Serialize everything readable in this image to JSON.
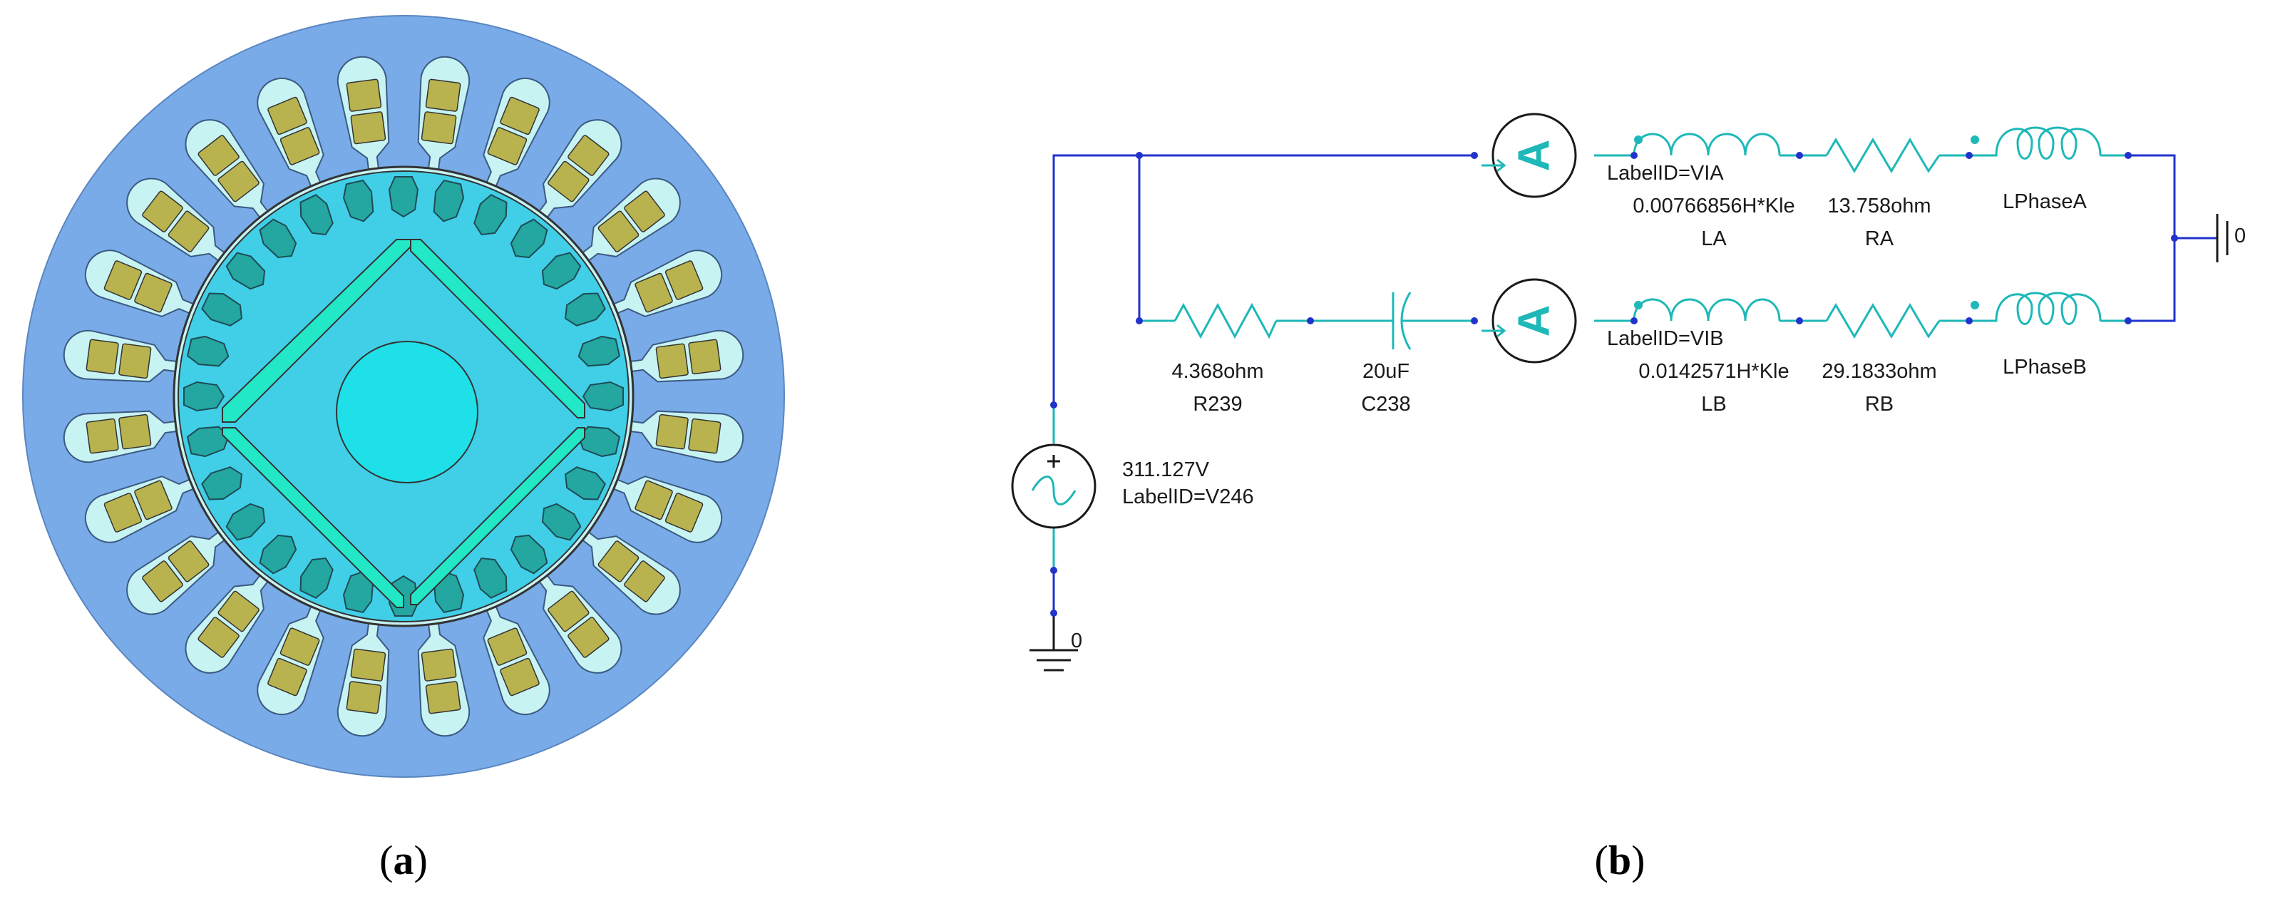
{
  "colors": {
    "stator": "#79ABE8",
    "slot": "#C8F3F3",
    "coil": "#B9B34F",
    "rotor": "#41CFE8",
    "rotor_slot": "#23A7A0",
    "barrier": "#23E8C8",
    "shaft": "#1FE0E8",
    "wire_blue": "#2233CC",
    "wire_cyan": "#1EB8B8"
  },
  "captions": {
    "a": {
      "open": "(",
      "letter": "a",
      "close": ")"
    },
    "b": {
      "open": "(",
      "letter": "b",
      "close": ")"
    }
  },
  "motor": {
    "stator_slots": 24,
    "rotor_slots": 28,
    "icons": [
      "stator-icon",
      "rotor-icon",
      "shaft-icon",
      "flux-barrier-icon"
    ]
  },
  "circuit": {
    "source": {
      "voltage": "311.127V",
      "label": "LabelID=V246"
    },
    "ground_label": "0",
    "ground_right_label": "0",
    "phaseA": {
      "ammeter_glyph": "A",
      "ammeter_label": "LabelID=VIA",
      "inductor_value": "0.00766856H*Kle",
      "inductor_name": "LA",
      "resistor_value": "13.758ohm",
      "resistor_name": "RA",
      "winding_name": "LPhaseA"
    },
    "phaseB": {
      "ammeter_glyph": "A",
      "ammeter_label": "LabelID=VIB",
      "inductor_value": "0.0142571H*Kle",
      "inductor_name": "LB",
      "resistor_value": "29.1833ohm",
      "resistor_name": "RB",
      "winding_name": "LPhaseB"
    },
    "aux_resistor": {
      "value": "4.368ohm",
      "name": "R239"
    },
    "capacitor": {
      "value": "20uF",
      "name": "C238"
    }
  }
}
